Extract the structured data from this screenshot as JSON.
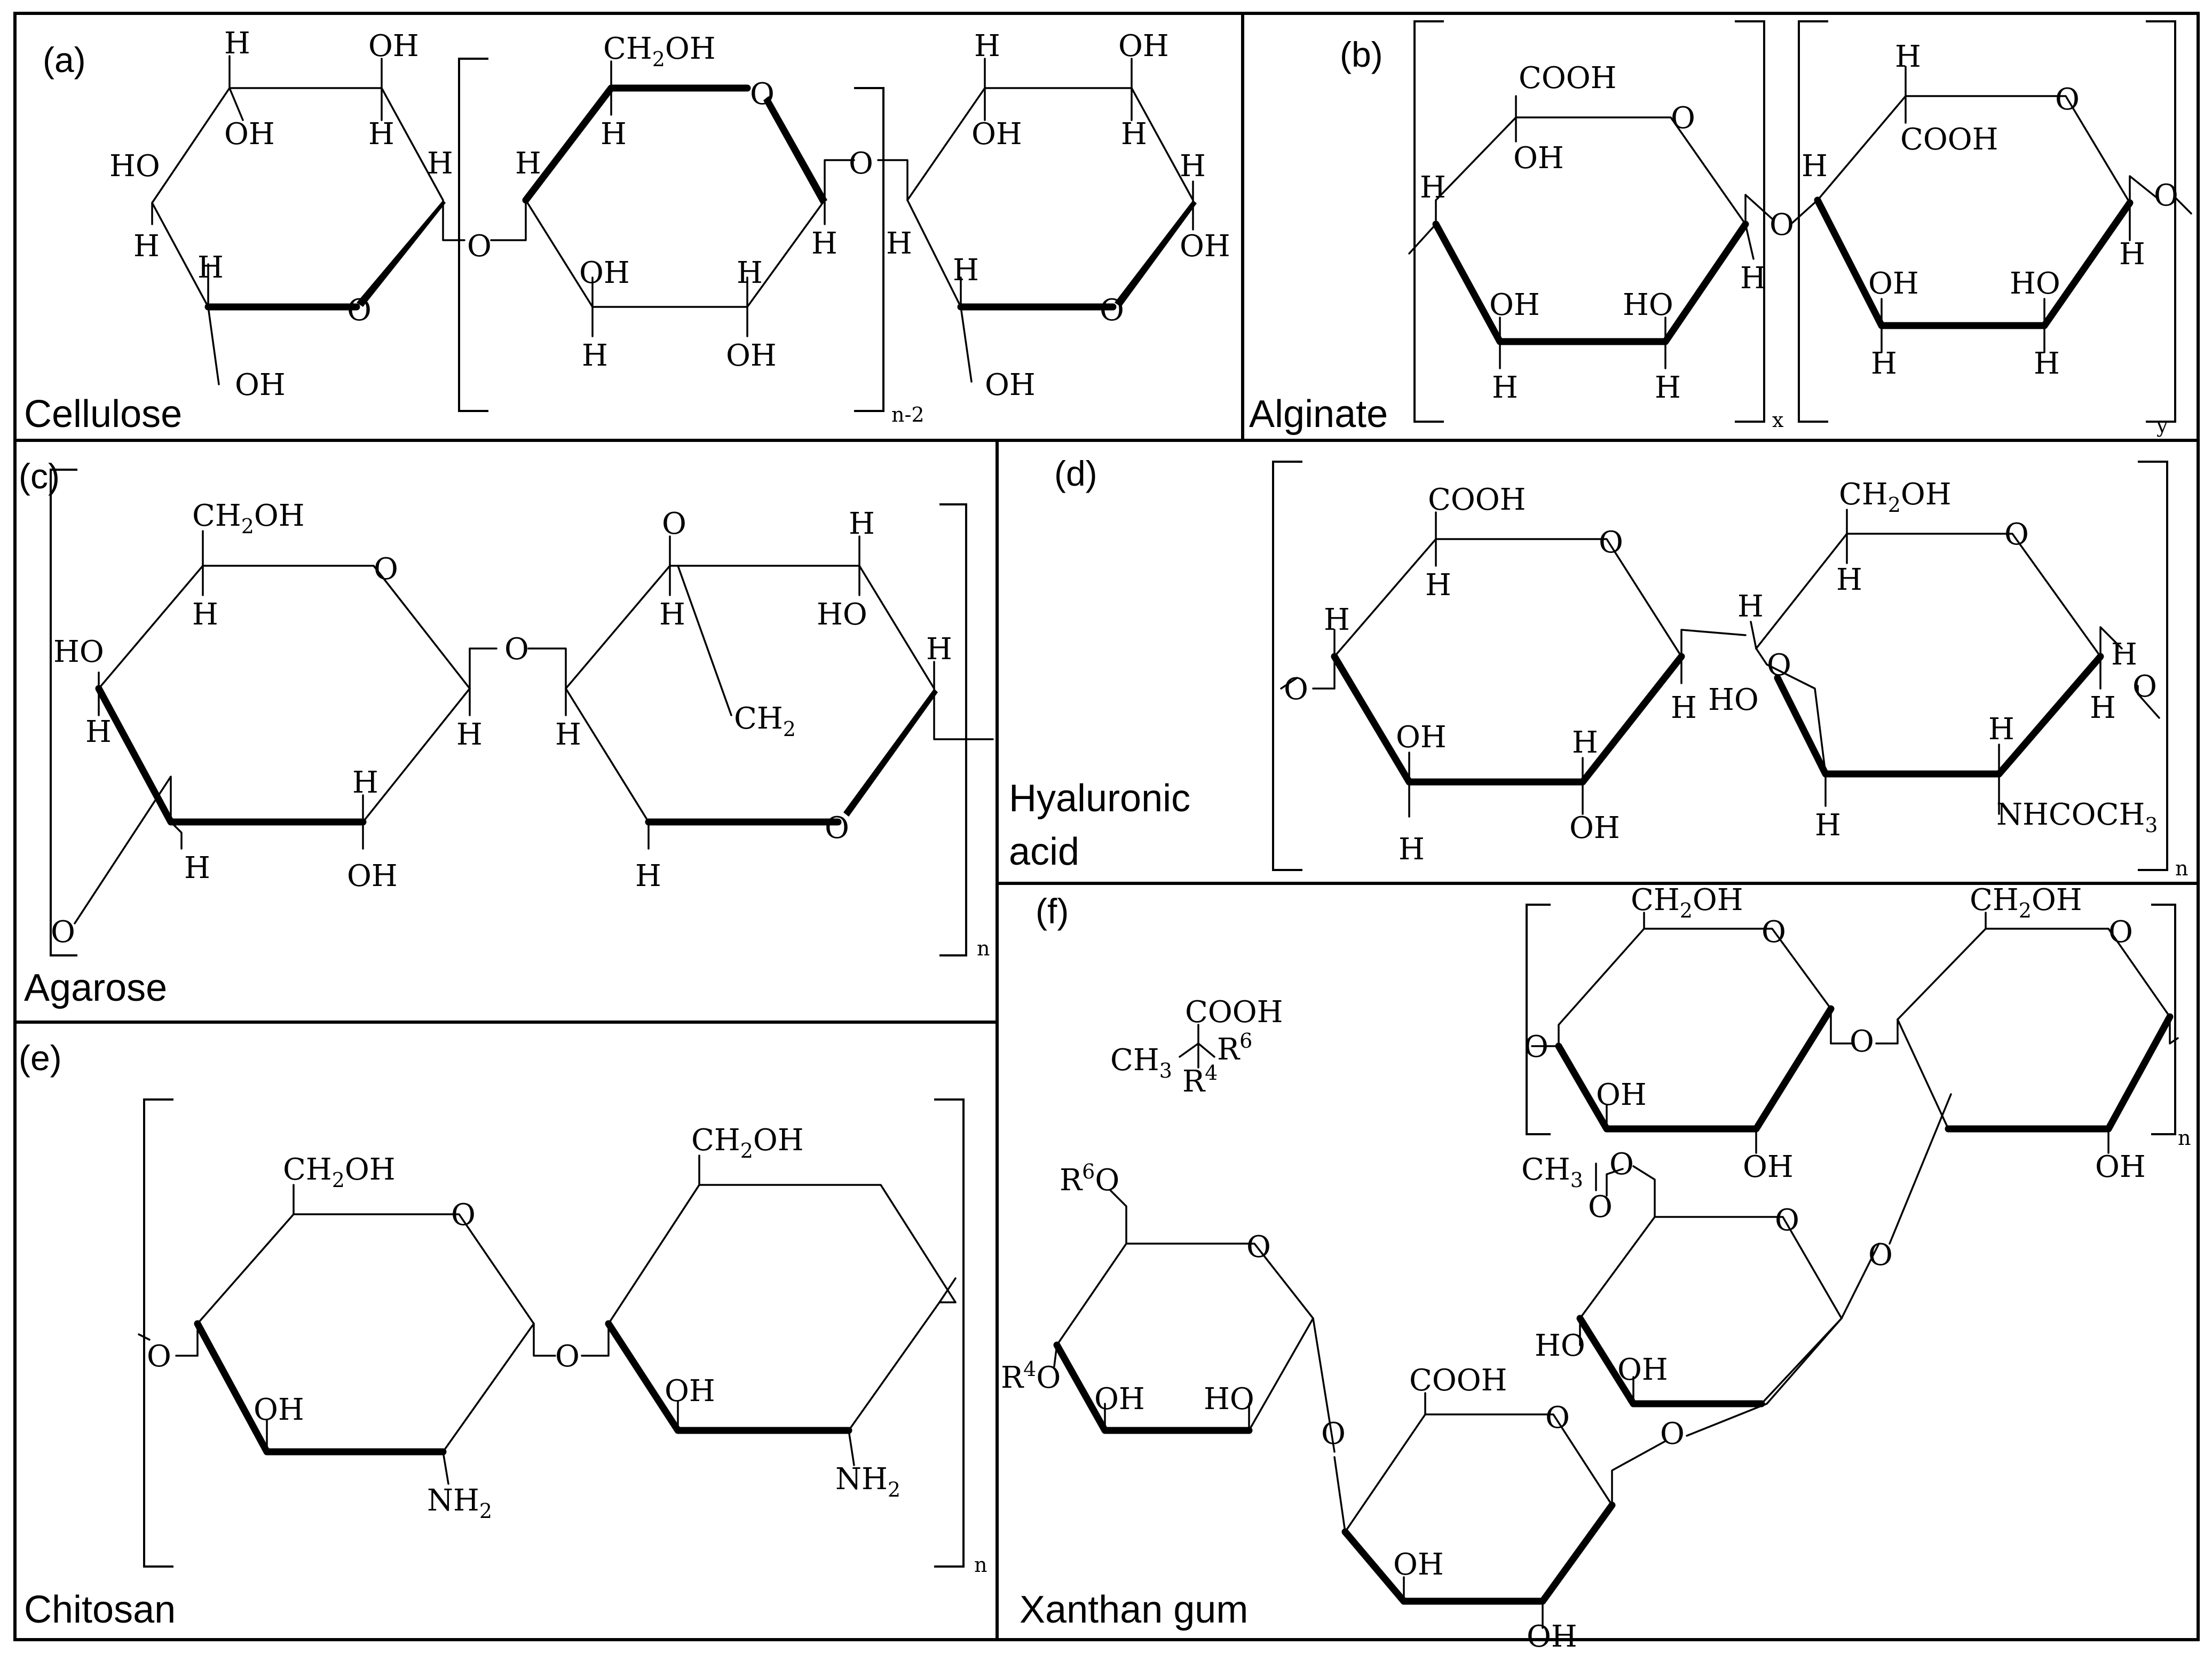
{
  "panels": {
    "a": {
      "tag": "(a)",
      "name": "Cellulose",
      "repeat": "n-2"
    },
    "b": {
      "tag": "(b)",
      "name": "Alginate",
      "repeat_x": "x",
      "repeat_y": "y"
    },
    "c": {
      "tag": "(c)",
      "name": "Agarose",
      "repeat": "n"
    },
    "d": {
      "tag": "(d)",
      "name_line1": "Hyaluronic",
      "name_line2": "acid",
      "repeat": "n"
    },
    "e": {
      "tag": "(e)",
      "name": "Chitosan",
      "repeat": "n"
    },
    "f": {
      "tag": "(f)",
      "name": "Xanthan gum",
      "repeat": "n"
    }
  },
  "atoms": {
    "H": "H",
    "O": "O",
    "OH": "OH",
    "HO": "HO",
    "COOH": "COOH",
    "CH2OH": "CH",
    "CH2OH_sub": "2",
    "CH2OH_tail": "OH",
    "CH2": "CH",
    "CH2_sub": "2",
    "NH2": "NH",
    "NH2_sub": "2",
    "NHCOCH3": "NHCOCH",
    "NHCOCH3_sub": "3",
    "CH3": "CH",
    "CH3_sub": "3",
    "R": "R",
    "R4_sup": "4",
    "R6_sup": "6"
  }
}
